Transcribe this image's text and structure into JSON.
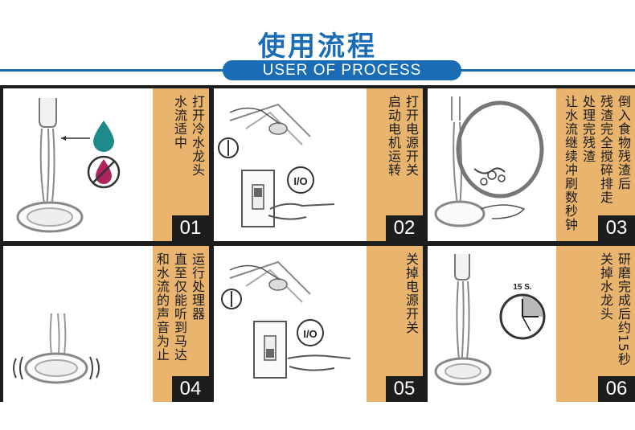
{
  "header": {
    "title_cn": "使用流程",
    "title_en": "USER OF PROCESS"
  },
  "colors": {
    "brand_blue": "#1a6db5",
    "panel_tan": "#e9b46e",
    "frame_dark": "#1d1d1d",
    "drop_teal": "#1e8b8a",
    "drop_magenta": "#b0245e"
  },
  "steps": [
    {
      "number": "01",
      "lines": [
        "打开冷水龙头",
        "水流适中"
      ],
      "icon": "faucet-water-drops-icon"
    },
    {
      "number": "02",
      "lines": [
        "打开电源开关",
        "启动电机运转"
      ],
      "icon": "power-switch-icon",
      "switch_label": "I/O"
    },
    {
      "number": "03",
      "lines": [
        "倒入食物残渣后",
        "残渣完全搅碎排走",
        "处理完残渣",
        "让水流继续冲刷数秒钟"
      ],
      "icon": "pour-food-waste-icon"
    },
    {
      "number": "04",
      "lines": [
        "运行处理器",
        "直至仅能听到马达",
        "和水流的声音为止"
      ],
      "icon": "running-disposer-icon"
    },
    {
      "number": "05",
      "lines": [
        "关掉电源开关"
      ],
      "icon": "power-switch-icon",
      "switch_label": "I/O"
    },
    {
      "number": "06",
      "lines": [
        "研磨完成后约15秒",
        "关掉水龙头"
      ],
      "icon": "timer-clock-icon",
      "clock_label": "15 S."
    }
  ]
}
